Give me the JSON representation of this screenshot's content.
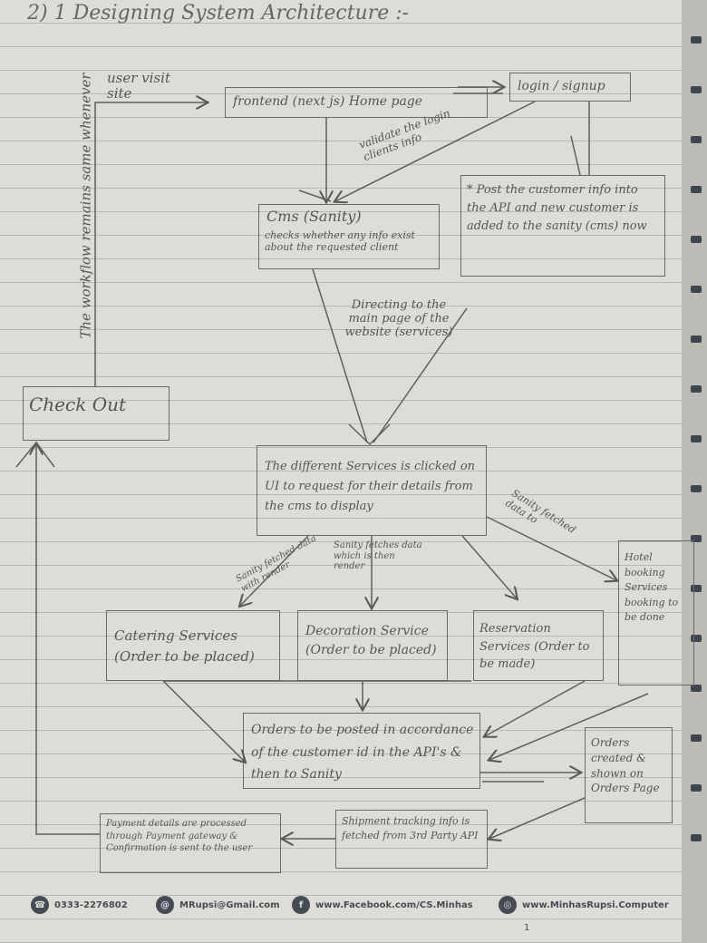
{
  "heading": "2) 1 Designing System Architecture :-",
  "sidebar_note": "The workflow remains same whenever",
  "user_visit": "user visit site",
  "nodes": {
    "frontend": "frontend (next js) Home page",
    "login": "login / signup",
    "validate": "validate the login clients info",
    "cms": "Cms (Sanity)",
    "cms_note": "checks whether any info exist about the requested client",
    "post_customer": "* Post the customer info into the API and new customer is added to the sanity (cms) now",
    "directing": "Directing to the main page of the website (services)",
    "checkout": "Check Out",
    "services": "The different Services is clicked on UI to request for their details from the cms to display",
    "sanity_fetched_left": "Sanity fetched data with render",
    "sanity_fetched_mid": "Sanity fetches data which is then render",
    "sanity_fetched_right": "Sanity fetched data to",
    "hotel": "Hotel booking Services booking to be done",
    "catering": "Catering Services (Order to be placed)",
    "decoration": "Decoration Service (Order to be placed)",
    "reservation": "Reservation Services (Order to be made)",
    "orders": "Orders to be posted in accordance of the customer id in the API's & then to Sanity",
    "orders_created": "Orders created & shown on Orders Page",
    "payment": "Payment details are processed through Payment gateway & Confirmation is sent to the user",
    "shipment": "Shipment tracking info is fetched from 3rd Party API"
  },
  "footer": {
    "phone": "0333-2276802",
    "email": "MRupsi@Gmail.com",
    "facebook": "www.Facebook.com/CS.Minhas",
    "website": "www.MinhasRupsi.Computer"
  },
  "page_number": "1"
}
